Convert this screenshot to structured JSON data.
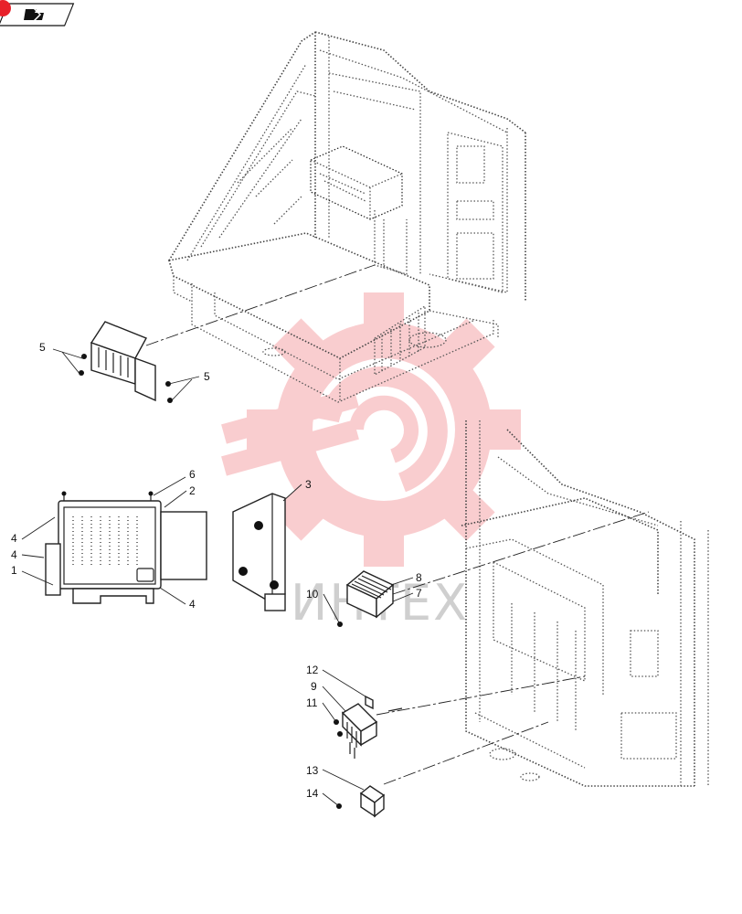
{
  "watermark": {
    "text": "ИНТЕХ",
    "color": "#e8212a"
  },
  "toolbar": {
    "icon": "back-arrow-icon",
    "badge_color": "#e8212a"
  },
  "callouts": [
    {
      "id": "c5a",
      "text": "5"
    },
    {
      "id": "c5b",
      "text": "5"
    },
    {
      "id": "c6",
      "text": "6"
    },
    {
      "id": "c2",
      "text": "2"
    },
    {
      "id": "c3",
      "text": "3"
    },
    {
      "id": "c4a",
      "text": "4"
    },
    {
      "id": "c4b",
      "text": "4"
    },
    {
      "id": "c1",
      "text": "1"
    },
    {
      "id": "c4c",
      "text": "4"
    },
    {
      "id": "c8",
      "text": "8"
    },
    {
      "id": "c7",
      "text": "7"
    },
    {
      "id": "c10",
      "text": "10"
    },
    {
      "id": "c12",
      "text": "12"
    },
    {
      "id": "c9",
      "text": "9"
    },
    {
      "id": "c11",
      "text": "11"
    },
    {
      "id": "c13",
      "text": "13"
    },
    {
      "id": "c14",
      "text": "14"
    }
  ]
}
